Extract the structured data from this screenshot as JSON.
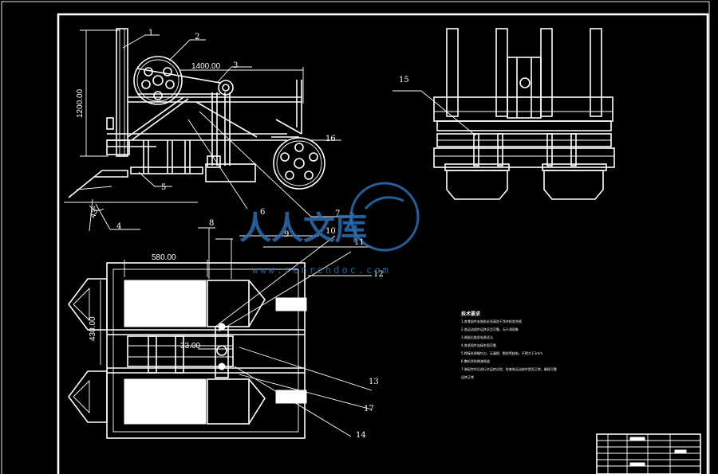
{
  "drawing": {
    "dimensions": {
      "height_1200": "1200.00",
      "width_1400": "1400.00",
      "width_580": "580.00",
      "width_430": "430.00",
      "dim_33": "33.00",
      "angle": "43°"
    },
    "part_numbers": {
      "p1": "1",
      "p2": "2",
      "p3": "3",
      "p4": "4",
      "p5": "5",
      "p6": "6",
      "p7": "7",
      "p8": "8",
      "p9": "9",
      "p10": "10",
      "p11": "11",
      "p12": "12",
      "p13": "13",
      "p14": "14",
      "p15": "15",
      "p16": "16",
      "p17": "17"
    },
    "tech_notes": {
      "heading": "技术要求",
      "lines": [
        "1.各零部件安装前必须清洗干净并检验合格",
        "2.各运动部件运转灵活可靠，无卡滞现象",
        "3.装配后链条张紧适当",
        "4.各紧固件连接牢固可靠",
        "5.焊接处焊缝均匀，无漏焊、裂纹等缺陷，不得大于1mm",
        "6.整机涂防锈漆两道",
        "7.装配完毕后进行空运转试验，检查各运动部件是否正常，确保可靠",
        "运转正常"
      ]
    }
  },
  "watermark": {
    "logo_text": "人人文库",
    "url": "www.renrendoc.com"
  }
}
